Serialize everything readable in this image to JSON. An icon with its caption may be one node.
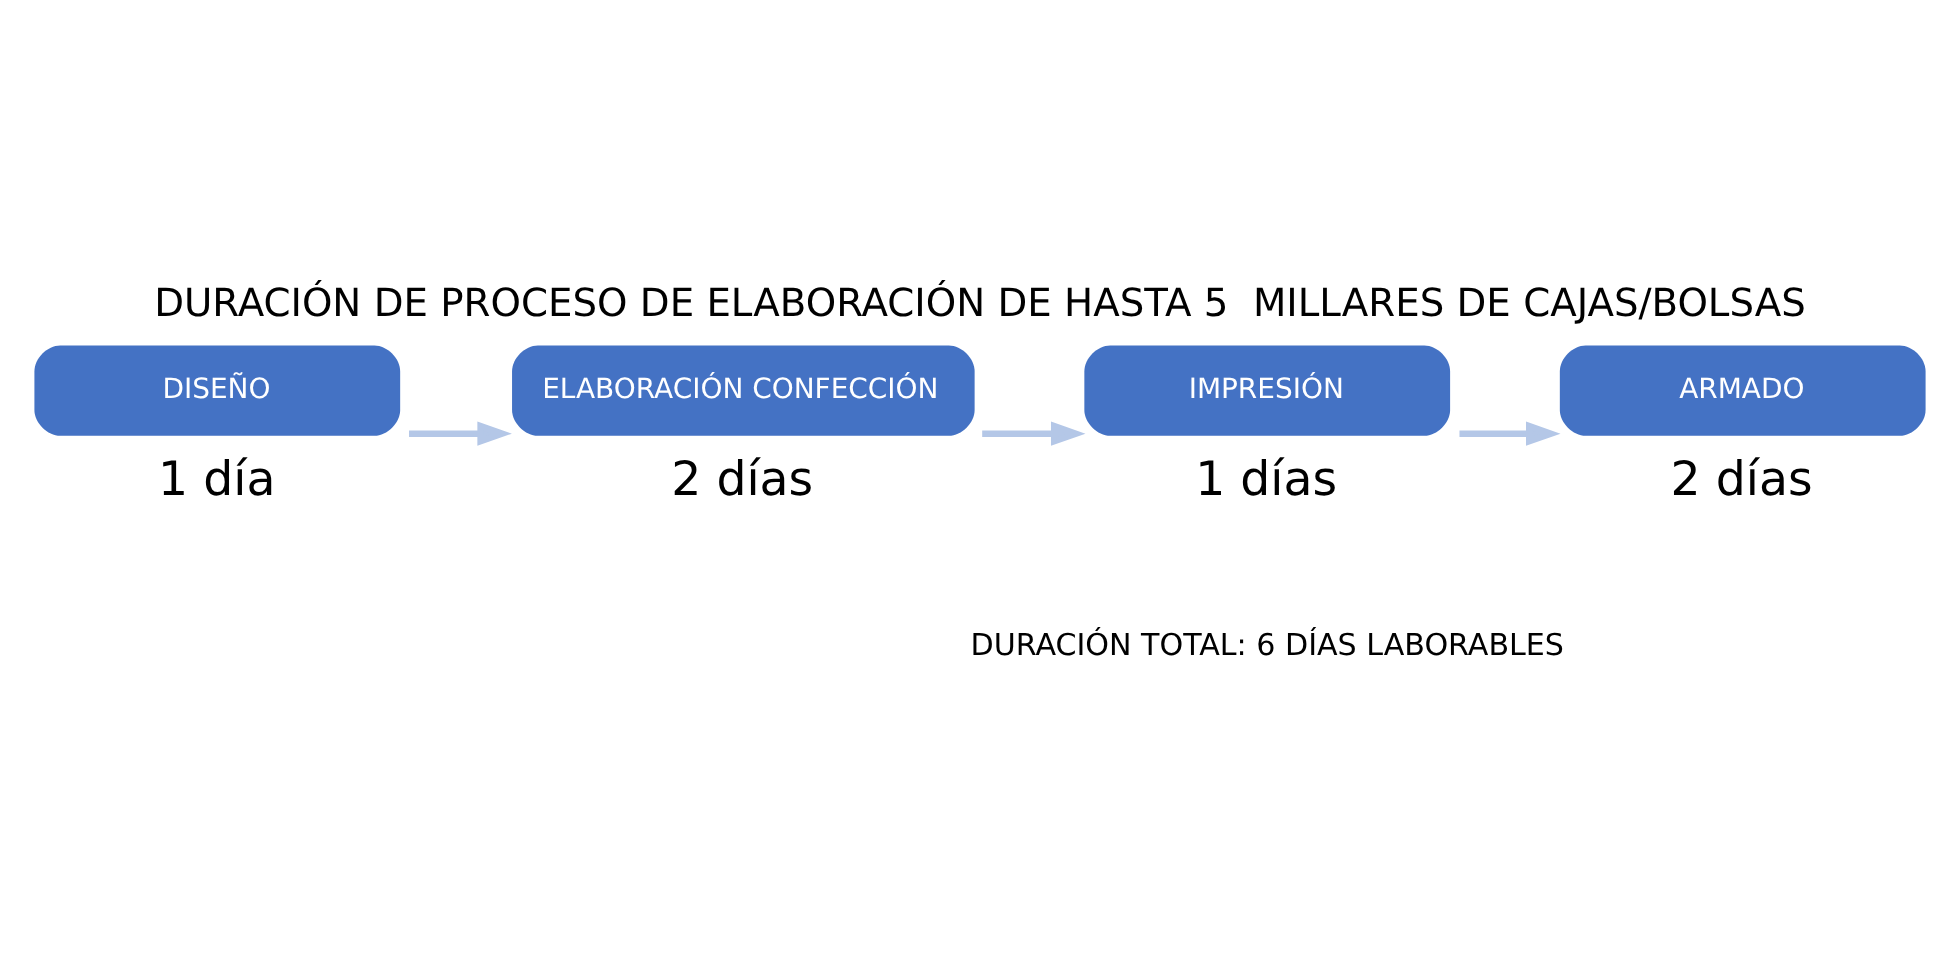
{
  "diagram": {
    "title": "DURACIÓN DE PROCESO DE ELABORACIÓN DE HASTA 5  MILLARES DE CAJAS/BOLSAS",
    "caption": "DURACIÓN TOTAL: 6 DÍAS LABORABLES",
    "nodes": [
      {
        "text": [
          "DISEÑO"
        ],
        "beside": [
          "1 día"
        ]
      },
      {
        "text": [
          "ELABORACIÓN CONFECCIÓN"
        ],
        "beside": [
          "2 días"
        ]
      },
      {
        "text": [
          "IMPRESIÓN"
        ],
        "beside": [
          "1 días"
        ]
      },
      {
        "text": [
          "ARMADO"
        ],
        "beside": [
          "2 días"
        ]
      }
    ],
    "edges": [
      {
        "from": 0,
        "to": 1,
        "arrow": "to"
      },
      {
        "from": 1,
        "to": 2,
        "arrow": "to"
      },
      {
        "from": 2,
        "to": 3,
        "arrow": "to"
      }
    ]
  }
}
